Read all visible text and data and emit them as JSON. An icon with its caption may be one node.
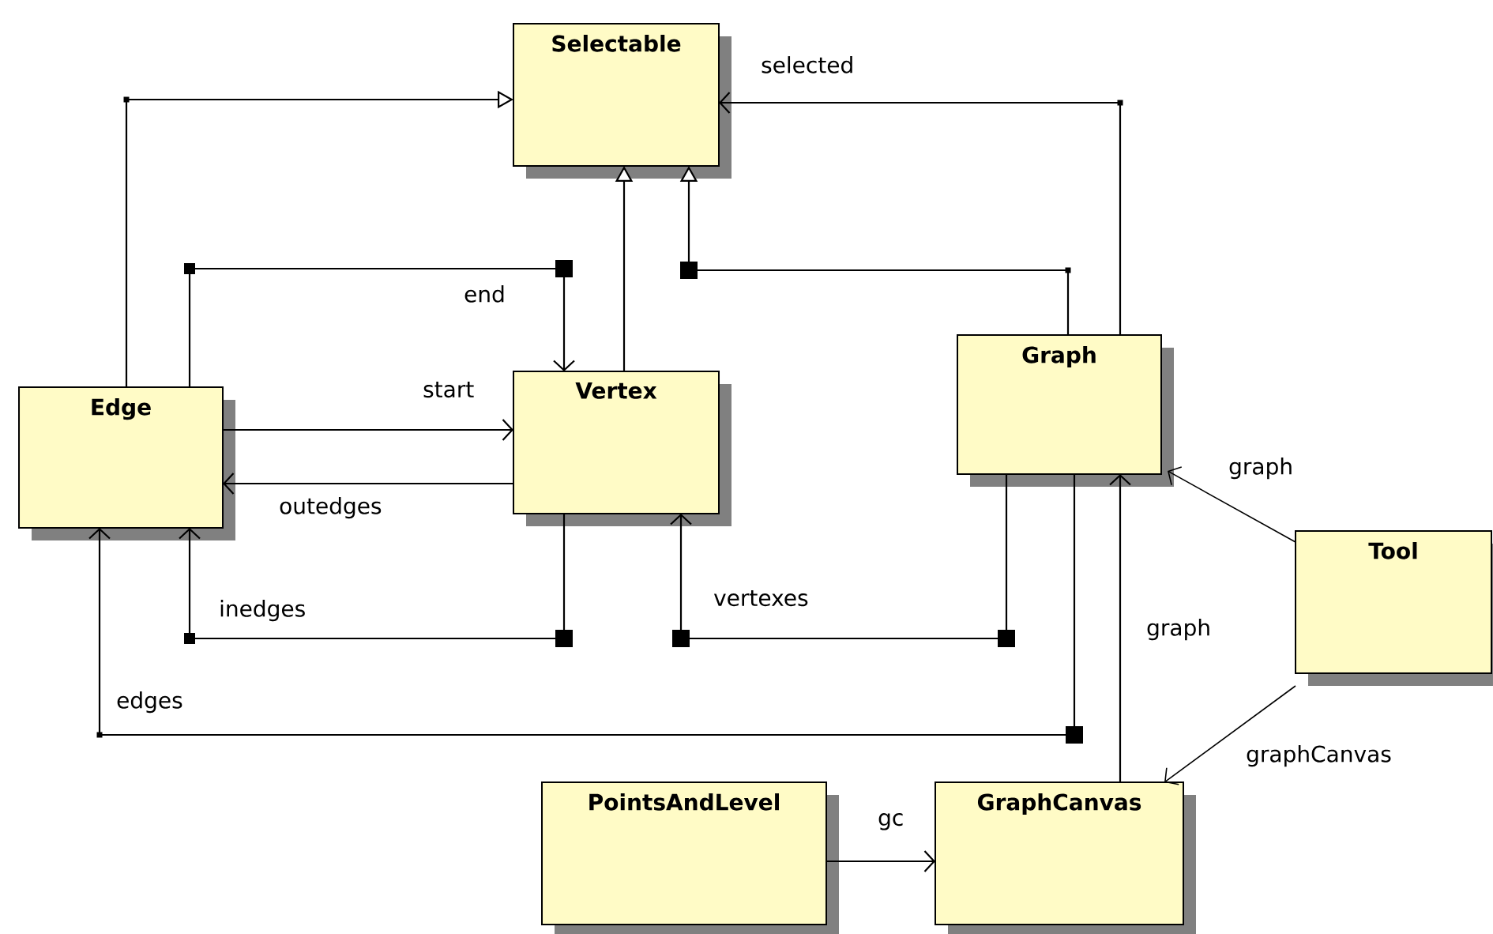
{
  "diagram": {
    "nodes": [
      {
        "text": [
          "Selectable"
        ]
      },
      {
        "text": [
          "Edge"
        ]
      },
      {
        "text": [
          "Vertex"
        ]
      },
      {
        "text": [
          "Graph"
        ]
      },
      {
        "text": [
          "Tool"
        ]
      },
      {
        "text": [
          "PointsAndLevel"
        ]
      },
      {
        "text": [
          "GraphCanvas"
        ]
      }
    ],
    "edges": [
      {
        "from": 1,
        "to": 0,
        "arrow": "to"
      },
      {
        "from": 2,
        "to": 0,
        "arrow": "to"
      },
      {
        "from": 3,
        "to": 0,
        "arrow": "to"
      },
      {
        "from": 3,
        "to": 0,
        "arrow": "to",
        "label": "selected"
      },
      {
        "from": 1,
        "to": 2,
        "arrow": "to",
        "label": "end"
      },
      {
        "from": 1,
        "to": 2,
        "arrow": "to",
        "label": "start"
      },
      {
        "from": 2,
        "to": 1,
        "arrow": "to",
        "label": "outedges"
      },
      {
        "from": 2,
        "to": 1,
        "arrow": "to",
        "label": "inedges"
      },
      {
        "from": 3,
        "to": 2,
        "arrow": "to",
        "label": "vertexes"
      },
      {
        "from": 3,
        "to": 1,
        "arrow": "to",
        "label": "edges"
      },
      {
        "from": 6,
        "to": 3,
        "arrow": "to",
        "label": "graph"
      },
      {
        "from": 4,
        "to": 3,
        "arrow": "to",
        "label": "graph"
      },
      {
        "from": 4,
        "to": 6,
        "arrow": "to",
        "label": "graphCanvas"
      },
      {
        "from": 5,
        "to": 6,
        "arrow": "to",
        "label": "gc"
      }
    ]
  }
}
